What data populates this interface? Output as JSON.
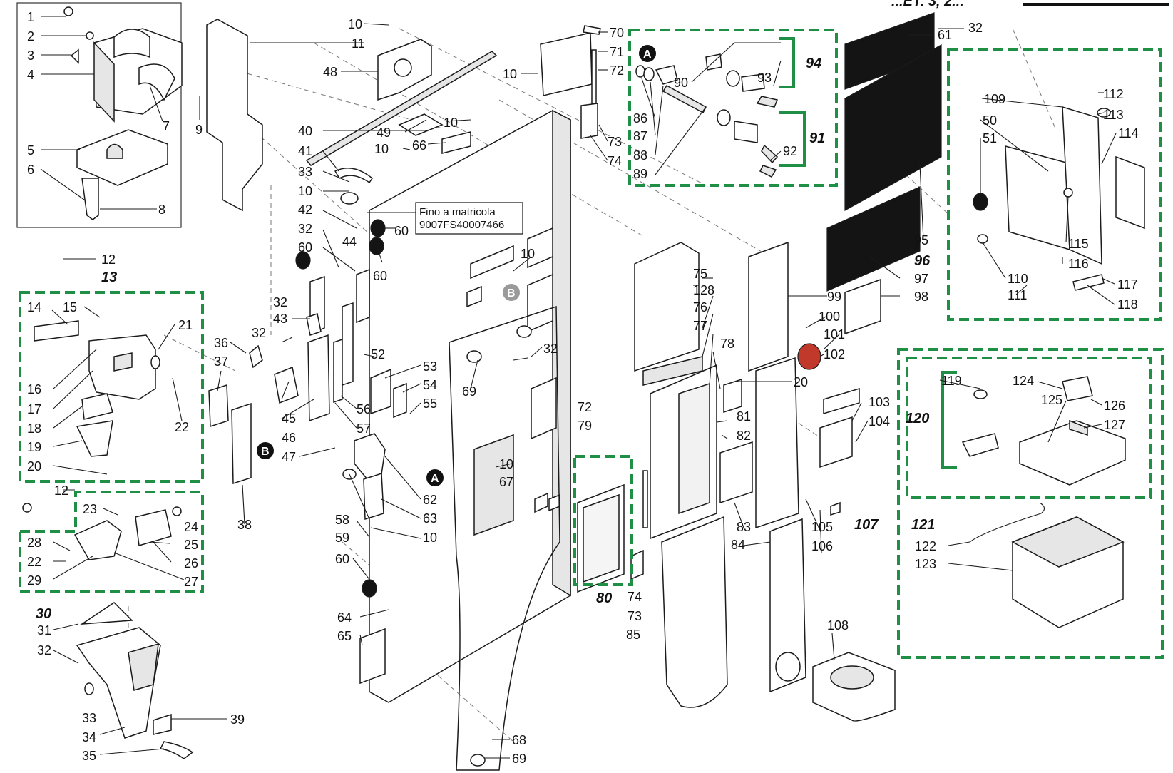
{
  "header": {
    "title_fragment": "...ET. 3, 2..."
  },
  "note": {
    "line1": "Fino a matricola",
    "line2": "9007FS40007466"
  },
  "markers": {
    "a": "A",
    "b": "B"
  },
  "groups": {
    "g13": "13",
    "g30": "30",
    "g80": "80",
    "g91": "91",
    "g94": "94",
    "g96": "96",
    "g107": "107",
    "g120": "120",
    "g121": "121"
  },
  "labels": {
    "l1": "1",
    "l2": "2",
    "l3": "3",
    "l4": "4",
    "l5": "5",
    "l6": "6",
    "l7": "7",
    "l8": "8",
    "l9": "9",
    "l10a": "10",
    "l10b": "10",
    "l10c": "10",
    "l10d": "10",
    "l10e": "10",
    "l10f": "10",
    "l10g": "10",
    "l10h": "10",
    "l11": "11",
    "l12a": "12",
    "l12b": "12",
    "l14": "14",
    "l15": "15",
    "l16": "16",
    "l17": "17",
    "l18": "18",
    "l19": "19",
    "l20a": "20",
    "l20b": "20",
    "l21": "21",
    "l22a": "22",
    "l22b": "22",
    "l23": "23",
    "l24": "24",
    "l25": "25",
    "l26": "26",
    "l27": "27",
    "l28": "28",
    "l29": "29",
    "l31": "31",
    "l32a": "32",
    "l32b": "32",
    "l32c": "32",
    "l32d": "32",
    "l32e": "32",
    "l32f": "32",
    "l33a": "33",
    "l33b": "33",
    "l34": "34",
    "l35": "35",
    "l36": "36",
    "l37": "37",
    "l38": "38",
    "l39": "39",
    "l40": "40",
    "l41": "41",
    "l42": "42",
    "l43": "43",
    "l44": "44",
    "l45": "45",
    "l46": "46",
    "l47": "47",
    "l48": "48",
    "l49": "49",
    "l50": "50",
    "l51": "51",
    "l52": "52",
    "l53": "53",
    "l54": "54",
    "l55": "55",
    "l56": "56",
    "l57": "57",
    "l58": "58",
    "l59": "59",
    "l60a": "60",
    "l60b": "60",
    "l60c": "60",
    "l60d": "60",
    "l61": "61",
    "l62": "62",
    "l63": "63",
    "l64": "64",
    "l65": "65",
    "l66": "66",
    "l67": "67",
    "l68": "68",
    "l69a": "69",
    "l69b": "69",
    "l70": "70",
    "l71": "71",
    "l72a": "72",
    "l72b": "72",
    "l73a": "73",
    "l73b": "73",
    "l74a": "74",
    "l74b": "74",
    "l75": "75",
    "l76": "76",
    "l77": "77",
    "l78": "78",
    "l79": "79",
    "l81": "81",
    "l82": "82",
    "l83": "83",
    "l84": "84",
    "l85": "85",
    "l86": "86",
    "l87": "87",
    "l88": "88",
    "l89": "89",
    "l90": "90",
    "l92": "92",
    "l93": "93",
    "l95": "95",
    "l97": "97",
    "l98": "98",
    "l99": "99",
    "l100": "100",
    "l101": "101",
    "l102": "102",
    "l103": "103",
    "l104": "104",
    "l105": "105",
    "l106": "106",
    "l108": "108",
    "l109": "109",
    "l110": "110",
    "l111": "111",
    "l112": "112",
    "l113": "113",
    "l114": "114",
    "l115": "115",
    "l116": "116",
    "l117": "117",
    "l118": "118",
    "l119": "119",
    "l122": "122",
    "l123": "123",
    "l124": "124",
    "l125": "125",
    "l126": "126",
    "l127": "127",
    "l128": "128"
  }
}
